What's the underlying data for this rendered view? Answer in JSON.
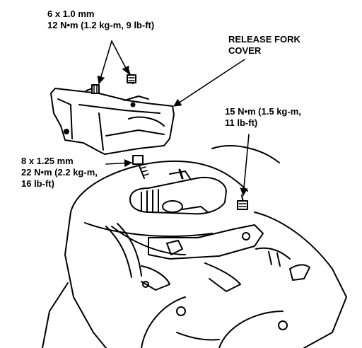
{
  "figure": {
    "callouts": {
      "bolt_small": {
        "size": "6 x 1.0 mm",
        "torque": "12 N•m (1.2 kg-m, 9 lb-ft)"
      },
      "release_fork_cover": {
        "line1": "RELEASE FORK",
        "line2": "COVER"
      },
      "bolt_right": {
        "line1": "15 N•m (1.5 kg-m,",
        "line2": "11 lb-ft)"
      },
      "bolt_large": {
        "size": "8 x 1.25 mm",
        "line2": "22 N•m (2.2 kg-m,",
        "line3": "16 lb-ft)"
      }
    }
  }
}
